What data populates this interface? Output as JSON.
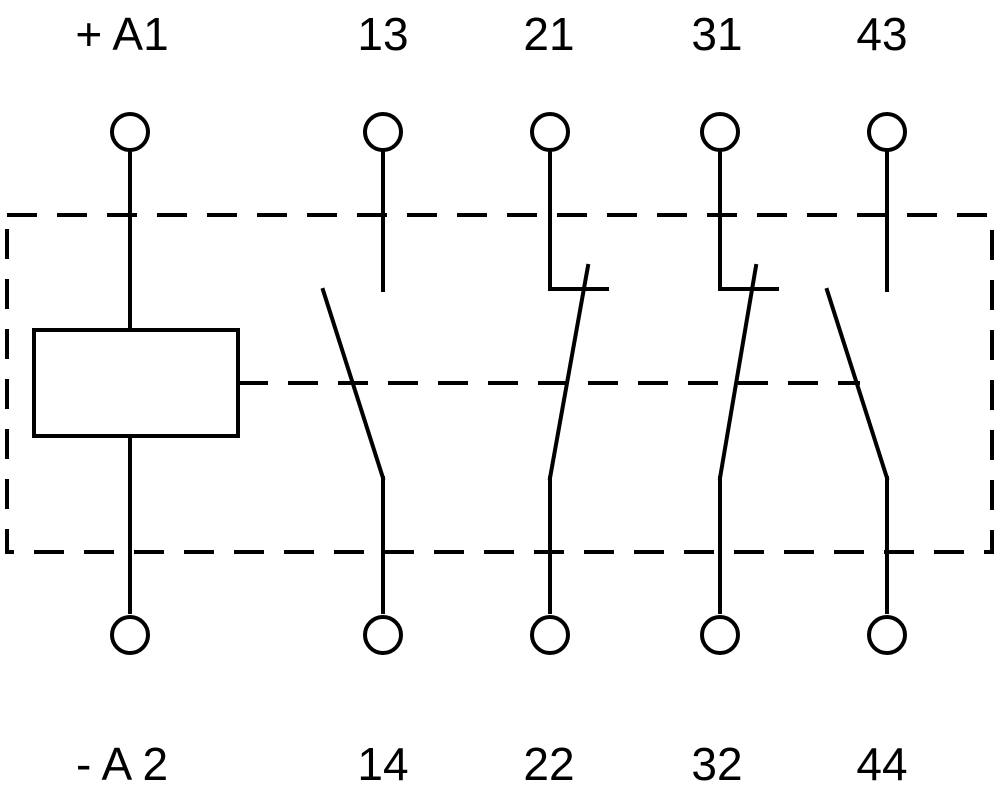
{
  "coil": {
    "top_label": "+ A1",
    "bottom_label": "- A 2"
  },
  "contacts": [
    {
      "top_label": "13",
      "bottom_label": "14",
      "kind": "normally-open"
    },
    {
      "top_label": "21",
      "bottom_label": "22",
      "kind": "normally-closed"
    },
    {
      "top_label": "31",
      "bottom_label": "32",
      "kind": "normally-closed"
    },
    {
      "top_label": "43",
      "bottom_label": "44",
      "kind": "normally-open"
    }
  ],
  "colors": {
    "stroke": "#000000",
    "background": "#ffffff"
  }
}
